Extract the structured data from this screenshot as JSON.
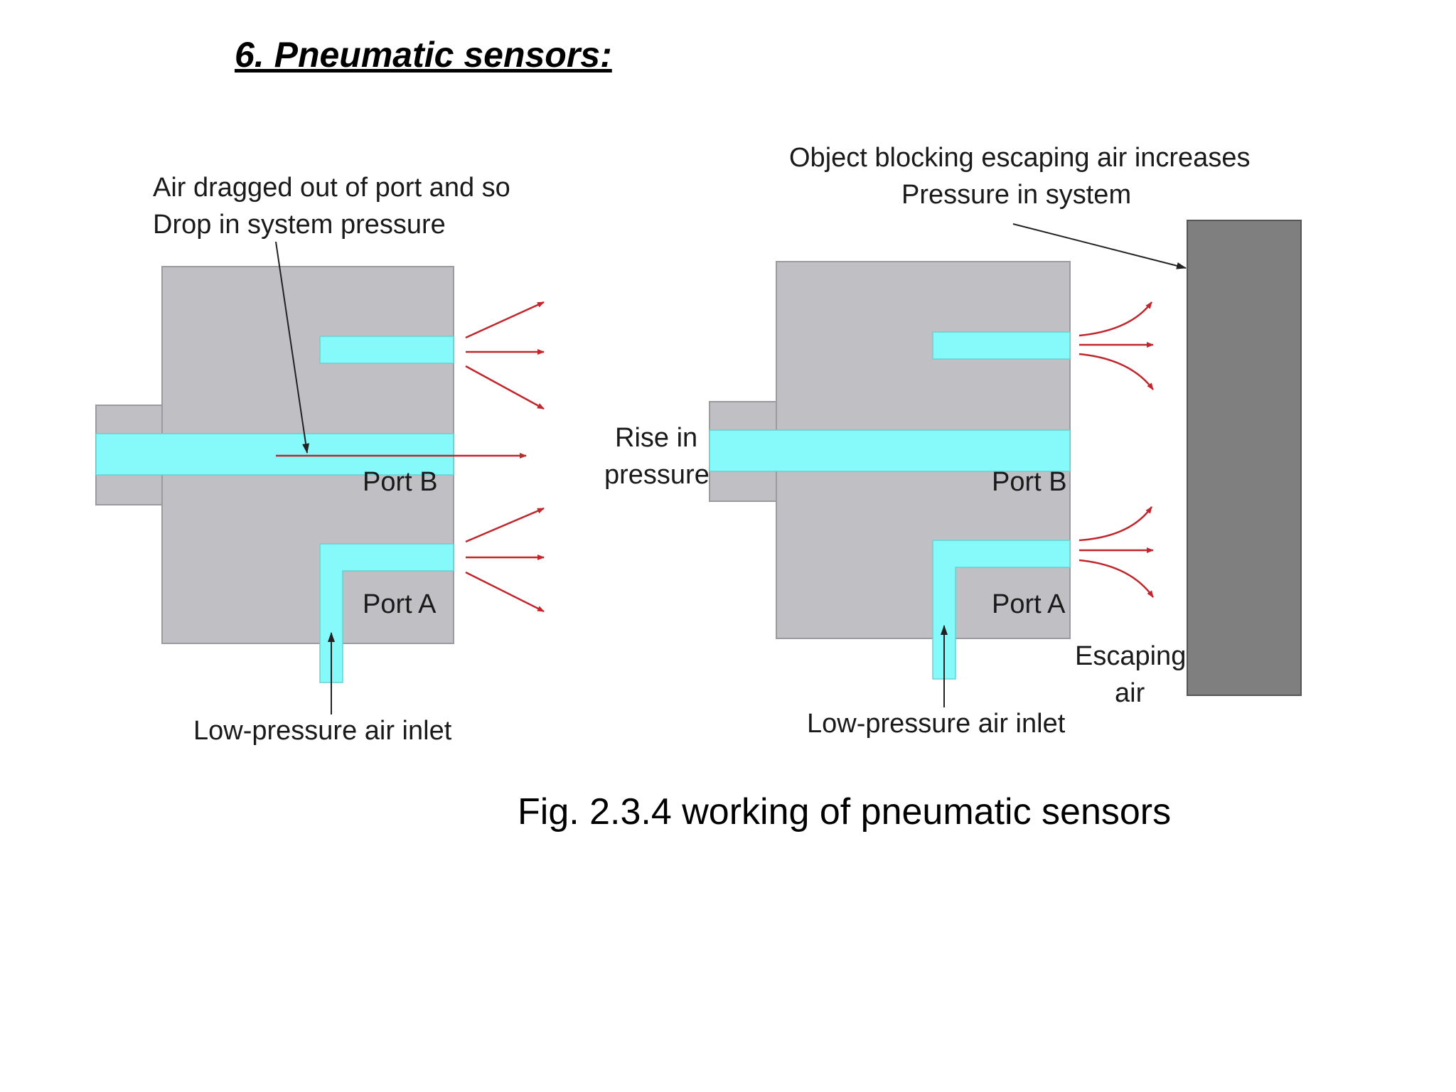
{
  "heading": "6. Pneumatic sensors:",
  "caption": "Fig. 2.3.4 working of pneumatic sensors",
  "colors": {
    "body": "#c0c0c4",
    "channel": "#86fafa",
    "arrow": "#c0262c",
    "object": "#7f7f7f",
    "leader": "#222222"
  },
  "left_diagram": {
    "note_line1": "Air dragged out of port and so",
    "note_line2": "Drop in system pressure",
    "port_b": "Port B",
    "port_a": "Port A",
    "inlet": "Low-pressure air inlet"
  },
  "right_diagram": {
    "note_line1": "Object blocking escaping air increases",
    "note_line2": "Pressure in system",
    "rise_line1": "Rise in",
    "rise_line2": "pressure",
    "port_b": "Port B",
    "port_a": "Port A",
    "escaping_line1": "Escaping",
    "escaping_line2": "air",
    "inlet": "Low-pressure air inlet"
  }
}
